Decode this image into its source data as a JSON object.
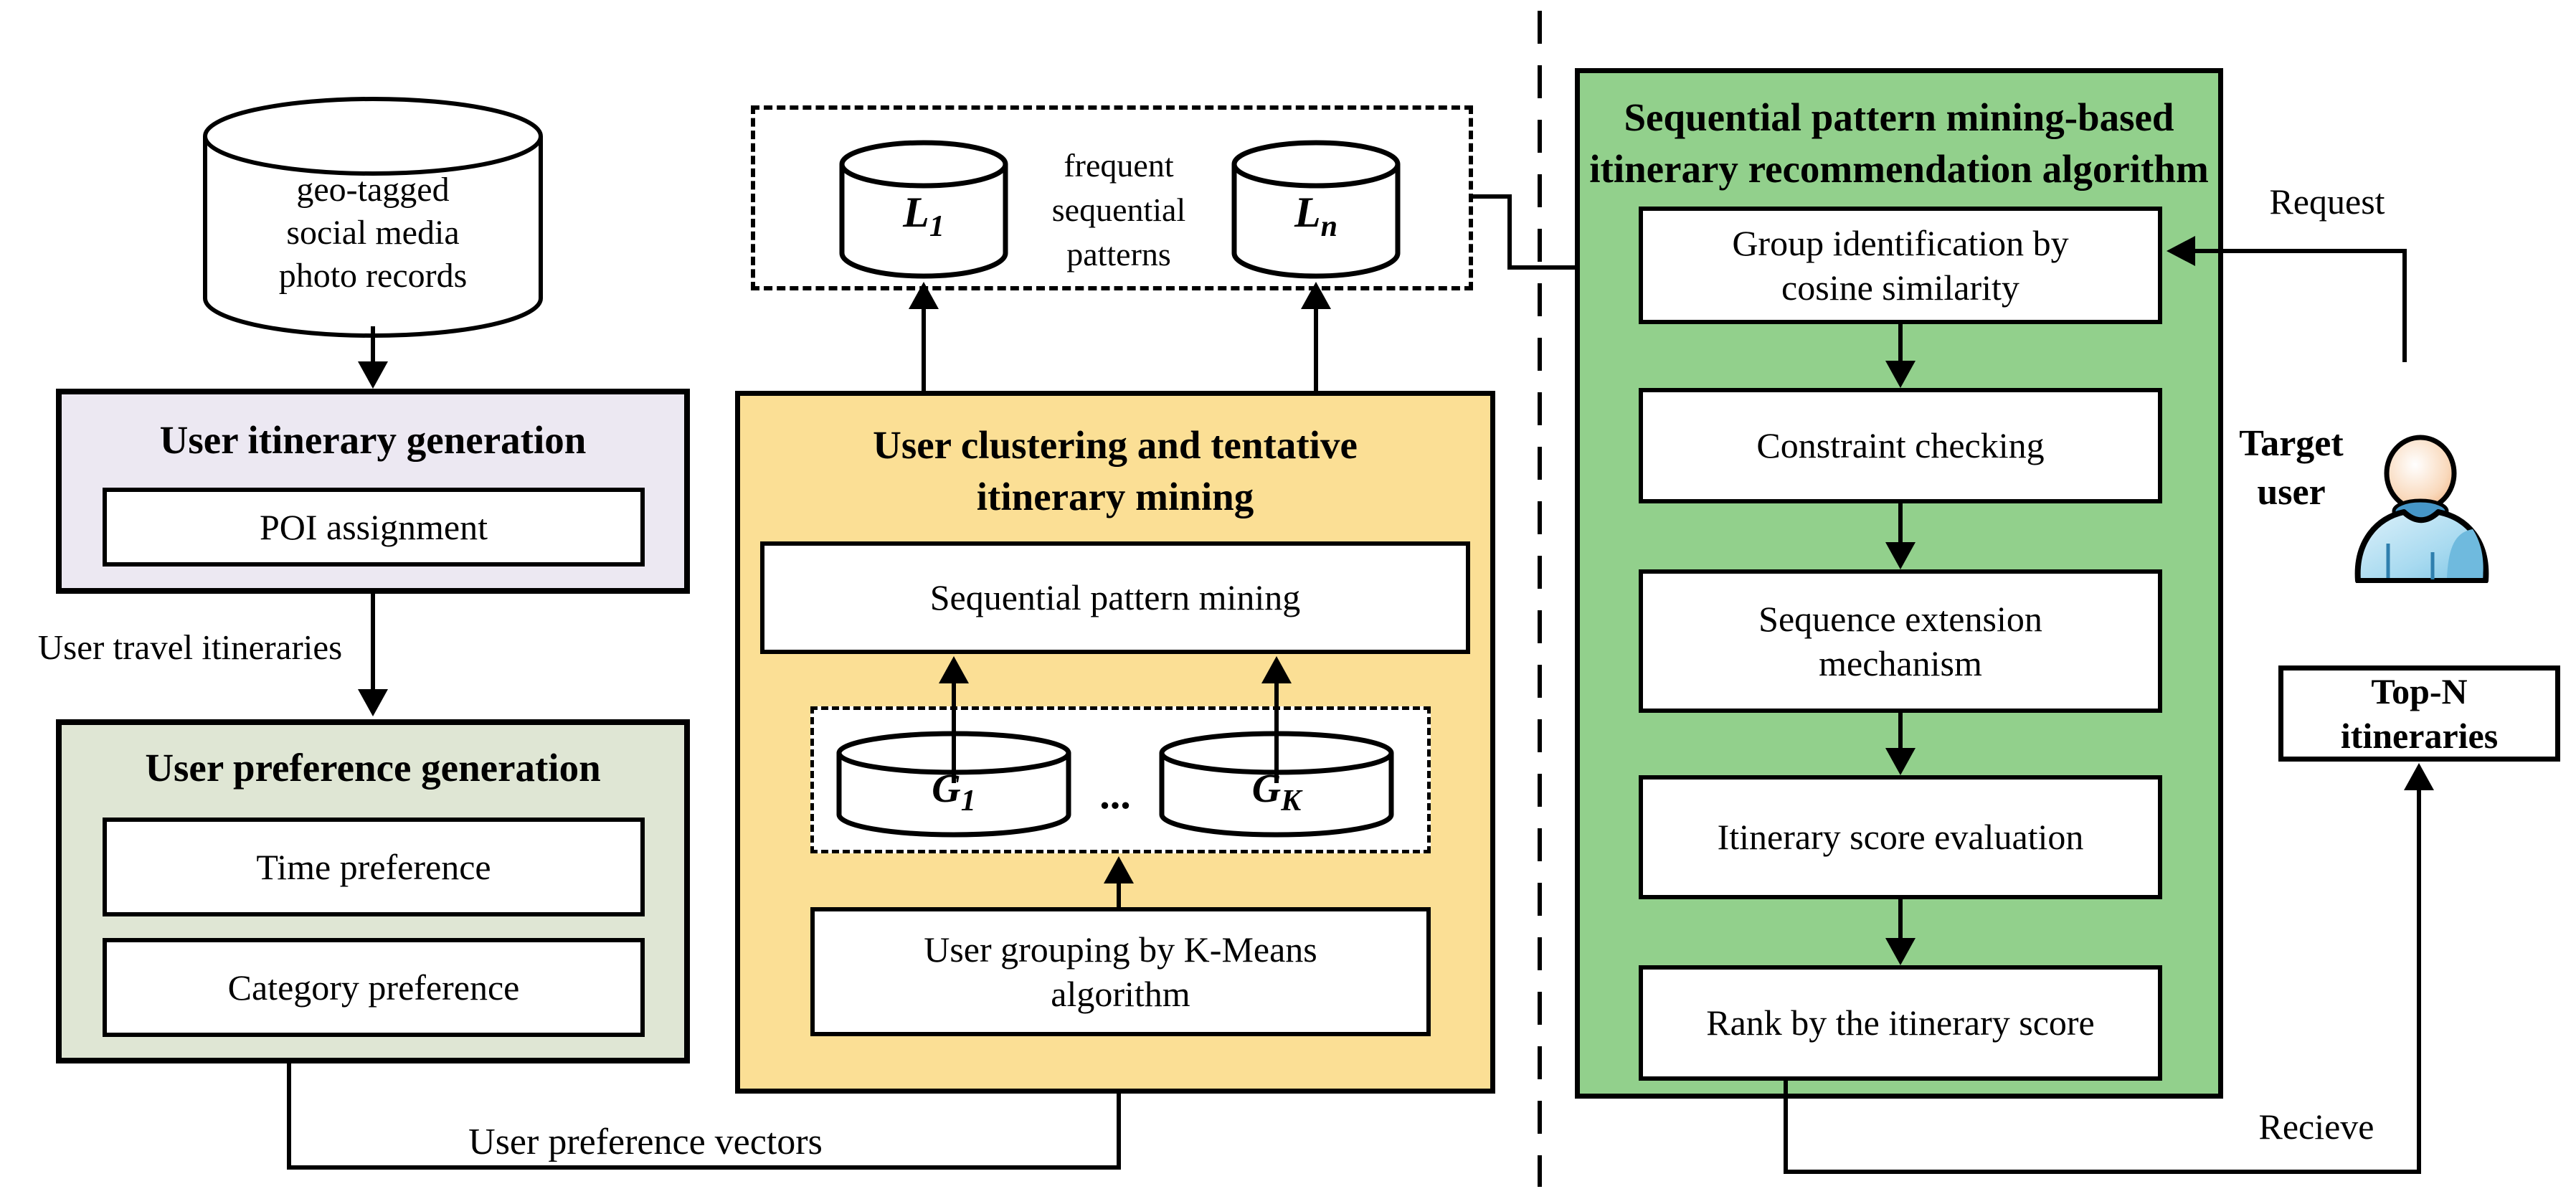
{
  "colors": {
    "lavender": "#ece8f2",
    "pale_green": "#dfe6d4",
    "yellow": "#fbdf95",
    "green": "#92d08c",
    "white": "#ffffff",
    "line": "#000000",
    "person_body": "#a8daf0",
    "person_head": "#f9d9bc"
  },
  "left": {
    "source_db_label": "geo-tagged\nsocial media\nphoto records",
    "itinerary_generation": {
      "title": "User itinerary generation",
      "poi": "POI assignment"
    },
    "travel_itineraries_label": "User travel itineraries",
    "preference_generation": {
      "title": "User preference generation",
      "time": "Time preference",
      "category": "Category preference"
    },
    "preference_vectors_label": "User preference vectors"
  },
  "middle": {
    "frequent_patterns": {
      "caption": "frequent\nsequential\npatterns",
      "store_left": {
        "base": "L",
        "sub": "1"
      },
      "store_right": {
        "base": "L",
        "sub": "n"
      }
    },
    "clustering": {
      "title": "User clustering and tentative\nitinerary mining",
      "sequential_mining": "Sequential pattern mining",
      "group_left": {
        "base": "G",
        "sub": "1"
      },
      "group_right": {
        "base": "G",
        "sub": "K"
      },
      "dots": "...",
      "kmeans": "User grouping by K-Means\nalgorithm"
    }
  },
  "right": {
    "algorithm": {
      "title": "Sequential pattern mining-based\nitinerary recommendation algorithm",
      "steps": [
        "Group identification by\ncosine similarity",
        "Constraint checking",
        "Sequence extension\nmechanism",
        "Itinerary score evaluation",
        "Rank by the itinerary score"
      ]
    },
    "request_label": "Request",
    "target_user_label": "Target\nuser",
    "top_n_label": "Top-N\nitineraries",
    "receive_label": "Recieve"
  }
}
